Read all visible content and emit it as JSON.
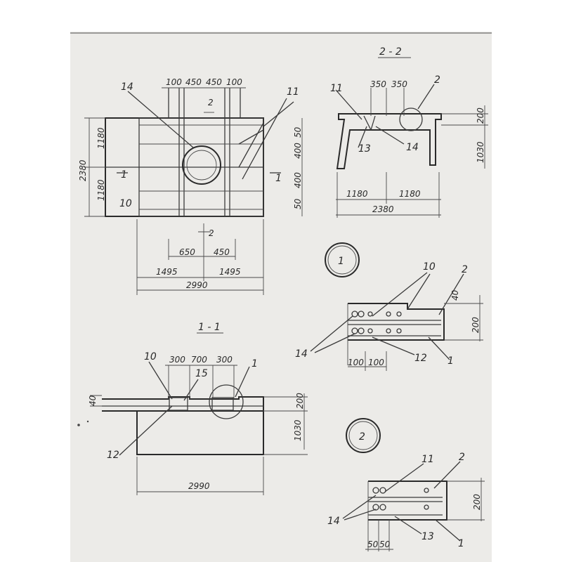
{
  "plan": {
    "top_dims": [
      "100",
      "450",
      "450",
      "100"
    ],
    "section_mark_top": "2",
    "section_mark_bottom": "2",
    "left_dims": [
      "1180",
      "1180"
    ],
    "overall_height": "2380",
    "right_dims": [
      "50",
      "400",
      "400",
      "50"
    ],
    "section_cut_left": "1",
    "section_cut_right": "1",
    "inner_dims": [
      "650",
      "450"
    ],
    "bottom_dims": [
      "1495",
      "1495"
    ],
    "overall_width": "2990",
    "callouts": {
      "pipe": "14",
      "bars": "11",
      "rod": "10"
    }
  },
  "section22": {
    "title": "2 - 2",
    "top_dims": [
      "350",
      "350"
    ],
    "right_dims": [
      "200",
      "1030"
    ],
    "bottom_dims": [
      "1180",
      "1180"
    ],
    "overall_width": "2380",
    "callouts": {
      "a": "11",
      "b": "2",
      "c": "13",
      "d": "14"
    }
  },
  "node1": {
    "label": "1",
    "bottom_dims": [
      "100",
      "100"
    ],
    "right_dims": [
      "40",
      "200"
    ],
    "callouts": {
      "a": "10",
      "b": "2",
      "c": "14",
      "d": "12",
      "e": "1"
    }
  },
  "section11": {
    "title": "1 - 1",
    "top_dims": [
      "300",
      "700",
      "300"
    ],
    "left_dim": "40",
    "right_dims": [
      "200",
      "1030"
    ],
    "overall_width": "2990",
    "callouts": {
      "a": "10",
      "b": "15",
      "c": "1",
      "d": "12"
    }
  },
  "node2": {
    "label": "2",
    "bottom_dims": [
      "50",
      "50"
    ],
    "right_dim": "200",
    "callouts": {
      "a": "11",
      "b": "2",
      "c": "14",
      "d": "13",
      "e": "1"
    }
  }
}
